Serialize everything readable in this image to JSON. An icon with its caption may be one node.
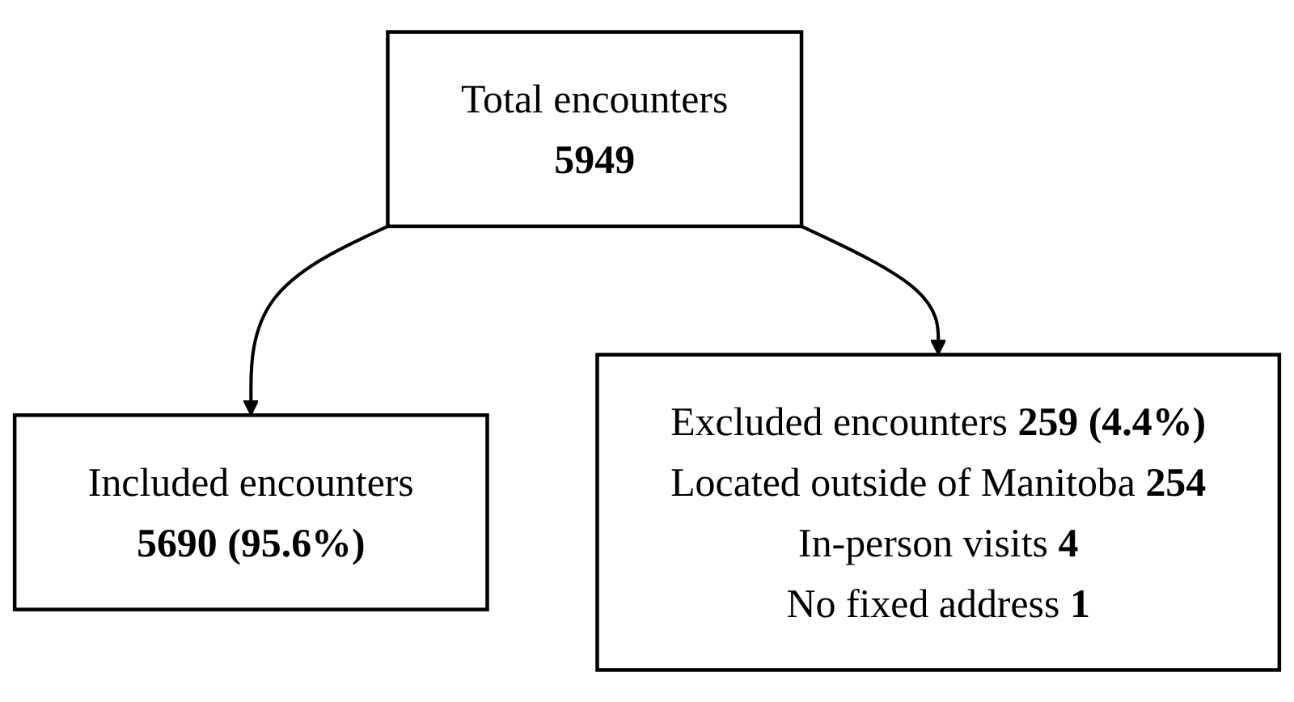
{
  "diagram": {
    "nodes": [
      {
        "text": [
          "Total encounters",
          "5949"
        ]
      },
      {
        "text": [
          "Excluded encounters **259 (4.4%)**",
          "Located outside of Manitoba **254**",
          "In-person visits **4**",
          "No fixed address **1**"
        ]
      },
      {
        "text": [
          "Included encounters",
          "5690 (95.6%)"
        ]
      }
    ],
    "edges": [
      {
        "from": 0,
        "to": 2,
        "arrow": "to"
      },
      {
        "from": 0,
        "to": 1,
        "arrow": "to"
      }
    ]
  }
}
